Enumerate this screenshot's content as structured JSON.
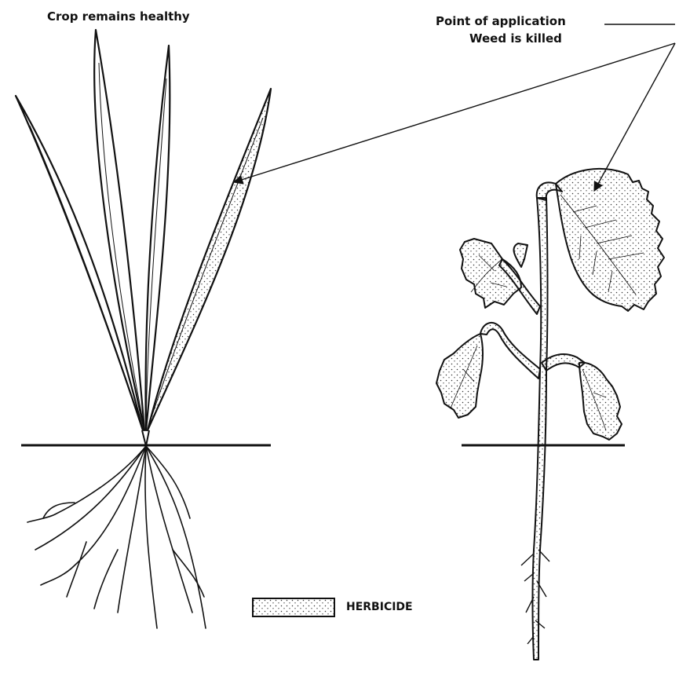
{
  "labels": {
    "crop": "Crop remains healthy",
    "point_of_application": "Point of application",
    "weed": "Weed is killed",
    "legend": "HERBICIDE"
  },
  "colors": {
    "ink": "#111111",
    "background": "#ffffff",
    "stipple": "#333333"
  }
}
